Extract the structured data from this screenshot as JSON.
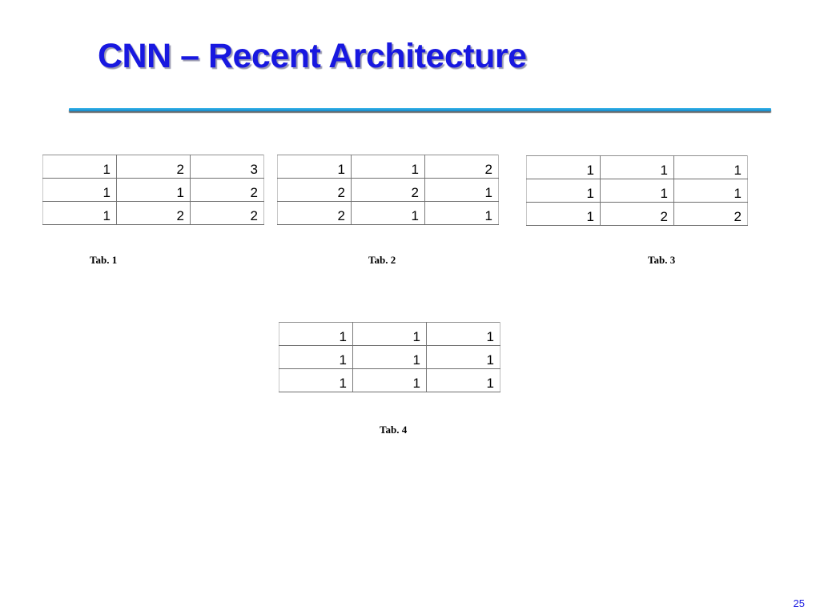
{
  "slide": {
    "title": "CNN – Recent Architecture",
    "page_number": "25"
  },
  "tables": [
    {
      "caption": "Tab. 1",
      "rows": [
        [
          "1",
          "2",
          "3"
        ],
        [
          "1",
          "1",
          "2"
        ],
        [
          "1",
          "2",
          "2"
        ]
      ]
    },
    {
      "caption": "Tab. 2",
      "rows": [
        [
          "1",
          "1",
          "2"
        ],
        [
          "2",
          "2",
          "1"
        ],
        [
          "2",
          "1",
          "1"
        ]
      ]
    },
    {
      "caption": "Tab. 3",
      "rows": [
        [
          "1",
          "1",
          "1"
        ],
        [
          "1",
          "1",
          "1"
        ],
        [
          "1",
          "2",
          "2"
        ]
      ]
    },
    {
      "caption": "Tab. 4",
      "rows": [
        [
          "1",
          "1",
          "1"
        ],
        [
          "1",
          "1",
          "1"
        ],
        [
          "1",
          "1",
          "1"
        ]
      ]
    }
  ]
}
